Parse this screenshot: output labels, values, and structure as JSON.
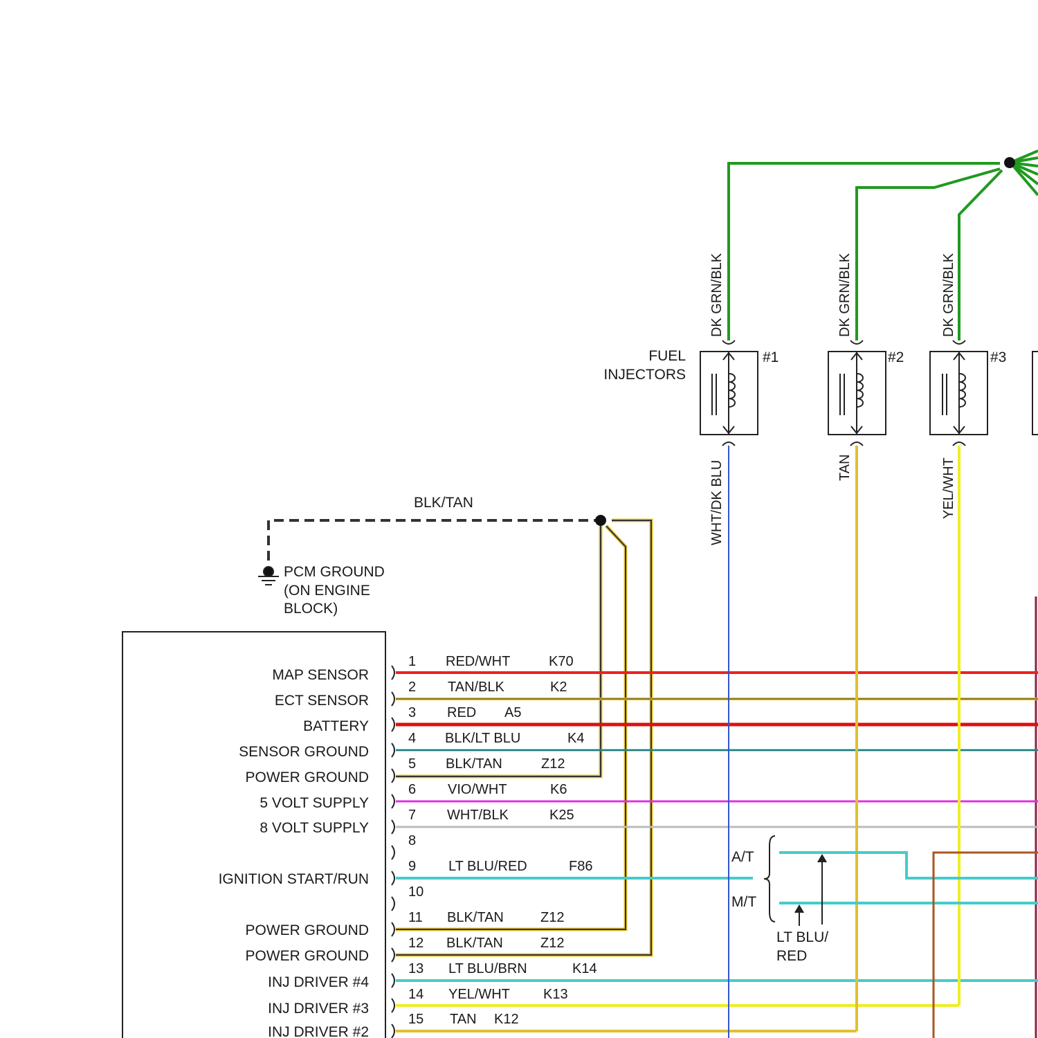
{
  "colors": {
    "dk_grn_blk": "#1f9a1f",
    "wht_dk_blu": "#3355cc",
    "tan": "#e0c030",
    "yel_wht": "#eeee22",
    "red_wht": "#ee2222",
    "tan_blk": "#e0c030",
    "red": "#dd1111",
    "blk_lt_blu": "#22bbbb",
    "blk_tan": "#333333",
    "blk_tan_tracer": "#e0c030",
    "vio_wht": "#dd33dd",
    "wht_blk": "#bbbbbb",
    "lt_blu_red": "#44cccc",
    "lt_blu_brn": "#44cccc",
    "brown": "#aa5522",
    "dark_red": "#882244"
  },
  "injectors": {
    "title_line1": "FUEL",
    "title_line2": "INJECTORS",
    "items": [
      {
        "num": "#1",
        "top_wire": "DK GRN/BLK",
        "bottom_wire": "WHT/DK BLU"
      },
      {
        "num": "#2",
        "top_wire": "DK GRN/BLK",
        "bottom_wire": "TAN"
      },
      {
        "num": "#3",
        "top_wire": "DK GRN/BLK",
        "bottom_wire": "YEL/WHT"
      }
    ]
  },
  "ground": {
    "wire": "BLK/TAN",
    "line1": "PCM GROUND",
    "line2": "(ON ENGINE",
    "line3": "BLOCK)"
  },
  "pcm": {
    "functions": [
      "MAP SENSOR",
      "ECT SENSOR",
      "BATTERY",
      "SENSOR GROUND",
      "POWER GROUND",
      "5 VOLT SUPPLY",
      "8 VOLT SUPPLY",
      "IGNITION START/RUN",
      "POWER GROUND",
      "POWER GROUND",
      "INJ DRIVER #4",
      "INJ DRIVER #3",
      "INJ DRIVER #2"
    ],
    "pins": [
      {
        "num": "1",
        "color": "RED/WHT",
        "circuit": "K70"
      },
      {
        "num": "2",
        "color": "TAN/BLK",
        "circuit": "K2"
      },
      {
        "num": "3",
        "color": "RED",
        "circuit": "A5"
      },
      {
        "num": "4",
        "color": "BLK/LT BLU",
        "circuit": "K4"
      },
      {
        "num": "5",
        "color": "BLK/TAN",
        "circuit": "Z12"
      },
      {
        "num": "6",
        "color": "VIO/WHT",
        "circuit": "K6"
      },
      {
        "num": "7",
        "color": "WHT/BLK",
        "circuit": "K25"
      },
      {
        "num": "8",
        "color": "",
        "circuit": ""
      },
      {
        "num": "9",
        "color": "LT BLU/RED",
        "circuit": "F86"
      },
      {
        "num": "10",
        "color": "",
        "circuit": ""
      },
      {
        "num": "11",
        "color": "BLK/TAN",
        "circuit": "Z12"
      },
      {
        "num": "12",
        "color": "BLK/TAN",
        "circuit": "Z12"
      },
      {
        "num": "13",
        "color": "LT BLU/BRN",
        "circuit": "K14"
      },
      {
        "num": "14",
        "color": "YEL/WHT",
        "circuit": "K13"
      },
      {
        "num": "15",
        "color": "TAN",
        "circuit": "K12"
      }
    ]
  },
  "transmission": {
    "at": "A/T",
    "mt": "M/T",
    "wire_line1": "LT BLU/",
    "wire_line2": "RED"
  }
}
